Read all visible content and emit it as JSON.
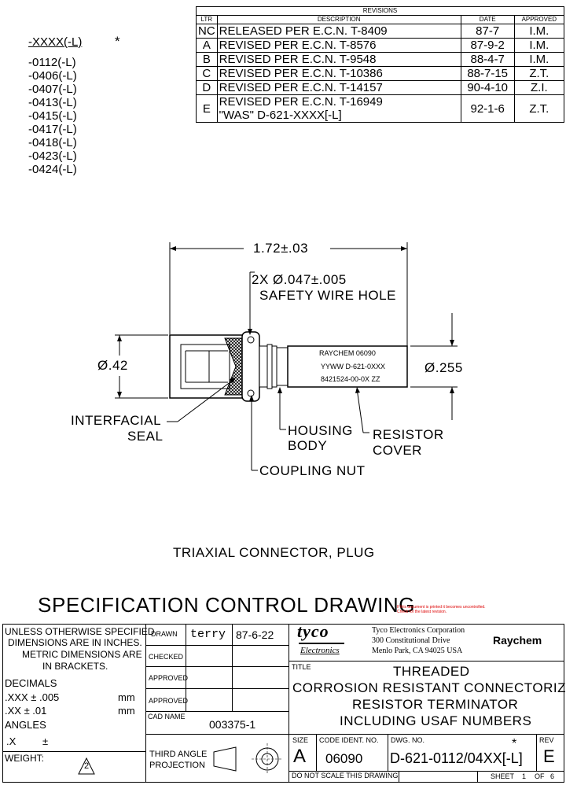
{
  "revisions": {
    "title": "REVISIONS",
    "headers": [
      "LTR",
      "DESCRIPTION",
      "DATE",
      "APPROVED"
    ],
    "rows": [
      {
        "ltr": "NC",
        "desc": "RELEASED PER E.C.N. T-8409",
        "date": "87-7",
        "appr": "I.M."
      },
      {
        "ltr": "A",
        "desc": "REVISED PER E.C.N. T-8576",
        "date": "87-9-2",
        "appr": "I.M."
      },
      {
        "ltr": "B",
        "desc": "REVISED PER E.C.N. T-9548",
        "date": "88-4-7",
        "appr": "I.M."
      },
      {
        "ltr": "C",
        "desc": "REVISED PER E.C.N. T-10386",
        "date": "88-7-15",
        "appr": "Z.T."
      },
      {
        "ltr": "D",
        "desc": "REVISED PER E.C.N. T-14157",
        "date": "90-4-10",
        "appr": "Z.I."
      },
      {
        "ltr": "E",
        "desc": "REVISED PER E.C.N. T-16949",
        "desc2": "\"WAS\" D-621-XXXX[-L]",
        "date": "92-1-6",
        "appr": "Z.T."
      }
    ]
  },
  "part_numbers": {
    "header": "-XXXX(-L)",
    "star": "*",
    "items": [
      "-0112(-L)",
      "-0406(-L)",
      "-0407(-L)",
      "-0413(-L)",
      "-0415(-L)",
      "-0417(-L)",
      "-0418(-L)",
      "-0423(-L)",
      "-0424(-L)"
    ]
  },
  "drawing": {
    "length_dim": "1.72±.03",
    "hole_dim": "2X Ø.047±.005",
    "hole_label": "SAFETY WIRE HOLE",
    "dia_left": "Ø.42",
    "dia_right": "Ø.255",
    "marking_1": "RAYCHEM 06090",
    "marking_2": "YYWW D-621-0XXX",
    "marking_3": "8421524-00-0X  ZZ",
    "callout_seal_1": "INTERFACIAL",
    "callout_seal_2": "SEAL",
    "callout_housing_1": "HOUSING",
    "callout_housing_2": "BODY",
    "callout_resistor_1": "RESISTOR",
    "callout_resistor_2": "COVER",
    "callout_nut": "COUPLING NUT",
    "view_title": "TRIAXIAL CONNECTOR, PLUG"
  },
  "main_title": "SPECIFICATION CONTROL DRAWING",
  "red_note": "If this document is printed it becomes uncontrolled. Check for the latest revision.",
  "title_block": {
    "tolerance": {
      "line1": "UNLESS OTHERWISE SPECIFIED",
      "line2": "DIMENSIONS ARE IN INCHES.",
      "line3": "METRIC DIMENSIONS ARE",
      "line4": "IN BRACKETS.",
      "decimals": "DECIMALS",
      "xxx": ".XXX ± .005",
      "xxx_mm": "mm",
      "xx": ".XX ± .01",
      "xx_mm": "mm",
      "angles": "ANGLES",
      "x": ".X",
      "pm": "±",
      "weight": "WEIGHT:",
      "weight_sym": "2"
    },
    "drawn_label": "DRAWN",
    "drawn_by": "terry",
    "drawn_date": "87-6-22",
    "checked_label": "CHECKED",
    "approved_label": "APPROVED",
    "approved2_label": "APPROVED",
    "logo_tyco": "tyco",
    "logo_electronics": "Electronics",
    "company_1": "Tyco Electronics Corporation",
    "company_2": "300 Constitutional Drive",
    "company_3": "Menlo Park, CA 94025 USA",
    "logo_raychem": "Raychem",
    "title_label": "TITLE",
    "title_1": "THREADED",
    "title_2": "CORROSION RESISTANT CONNECTORIZED,",
    "title_3": "RESISTOR TERMINATOR",
    "title_4": "INCLUDING USAF NUMBERS",
    "cad_label": "CAD NAME",
    "cad_name": "003375-1",
    "projection_1": "THIRD ANGLE",
    "projection_2": "PROJECTION",
    "size_label": "SIZE",
    "size": "A",
    "code_label": "CODE IDENT. NO.",
    "code": "06090",
    "dwg_label": "DWG. NO.",
    "dwg": "D-621-0112/04XX[-L]",
    "dwg_star": "*",
    "rev_label": "REV",
    "rev": "E",
    "no_scale": "DO NOT SCALE THIS DRAWING",
    "sheet_label": "SHEET",
    "sheet": "1",
    "of_label": "OF",
    "of": "6"
  }
}
